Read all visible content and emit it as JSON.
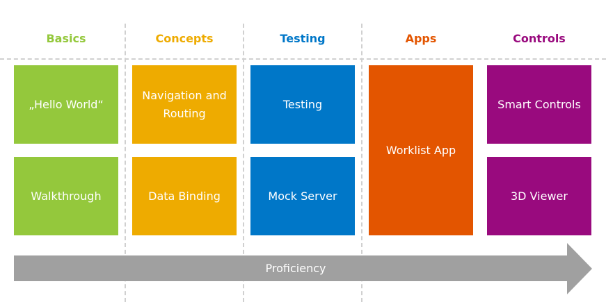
{
  "colors": {
    "basics": "#94c83c",
    "concepts": "#eeab00",
    "testing": "#0077c8",
    "apps": "#e35500",
    "controls": "#990a7e",
    "arrow": "#a0a0a0",
    "divider": "#d0d0d0"
  },
  "columns": [
    {
      "header": "Basics",
      "tiles": [
        "„Hello World“",
        "Walkthrough"
      ]
    },
    {
      "header": "Concepts",
      "tiles": [
        "Navigation and Routing",
        "Data Binding"
      ]
    },
    {
      "header": "Testing",
      "tiles": [
        "Testing",
        "Mock Server"
      ]
    },
    {
      "header": "Apps",
      "tiles": [
        "Worklist App"
      ]
    },
    {
      "header": "Controls",
      "tiles": [
        "Smart Controls",
        "3D Viewer"
      ]
    }
  ],
  "arrow": {
    "label": "Proficiency"
  }
}
